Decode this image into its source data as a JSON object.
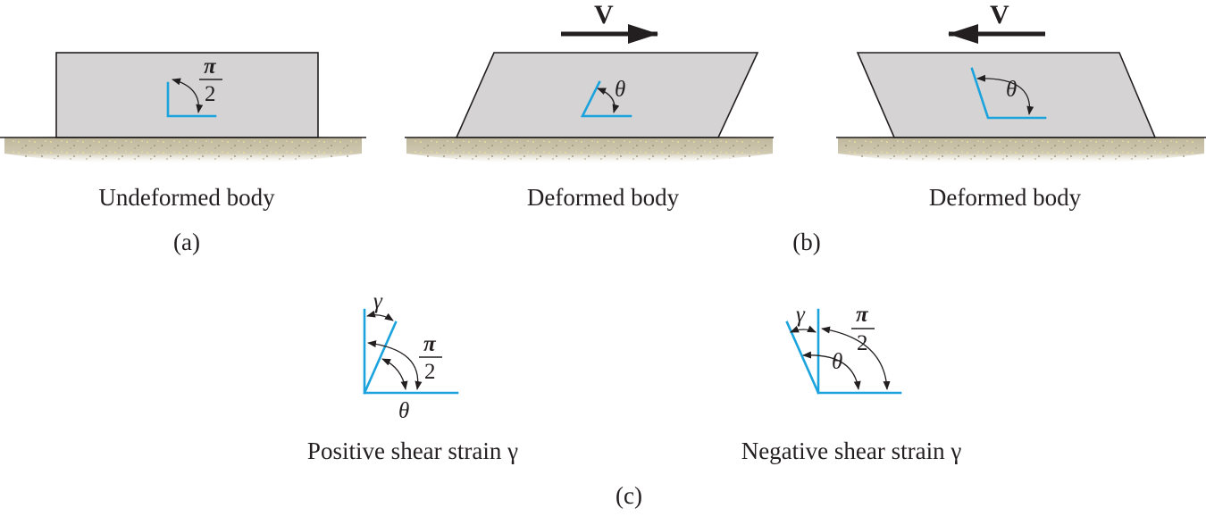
{
  "panel_a": {
    "caption": "Undeformed body",
    "label": "(a)",
    "angle_num": "π",
    "angle_den": "2"
  },
  "panel_b": {
    "left": {
      "caption": "Deformed body",
      "force": "V",
      "angle": "θ"
    },
    "right": {
      "caption": "Deformed body",
      "force": "V",
      "angle": "θ"
    },
    "label": "(b)"
  },
  "panel_c": {
    "positive": {
      "caption": "Positive shear strain γ",
      "gamma": "γ",
      "theta": "θ",
      "angle_num": "π",
      "angle_den": "2"
    },
    "negative": {
      "caption": "Negative shear strain γ",
      "gamma": "γ",
      "theta": "θ",
      "angle_num": "π",
      "angle_den": "2"
    },
    "label": "(c)"
  },
  "colors": {
    "element_lines": "#1aa3dc",
    "body_fill": "#d5d3d4",
    "ground_fill": "#c9c2aa",
    "ink": "#231f20"
  }
}
